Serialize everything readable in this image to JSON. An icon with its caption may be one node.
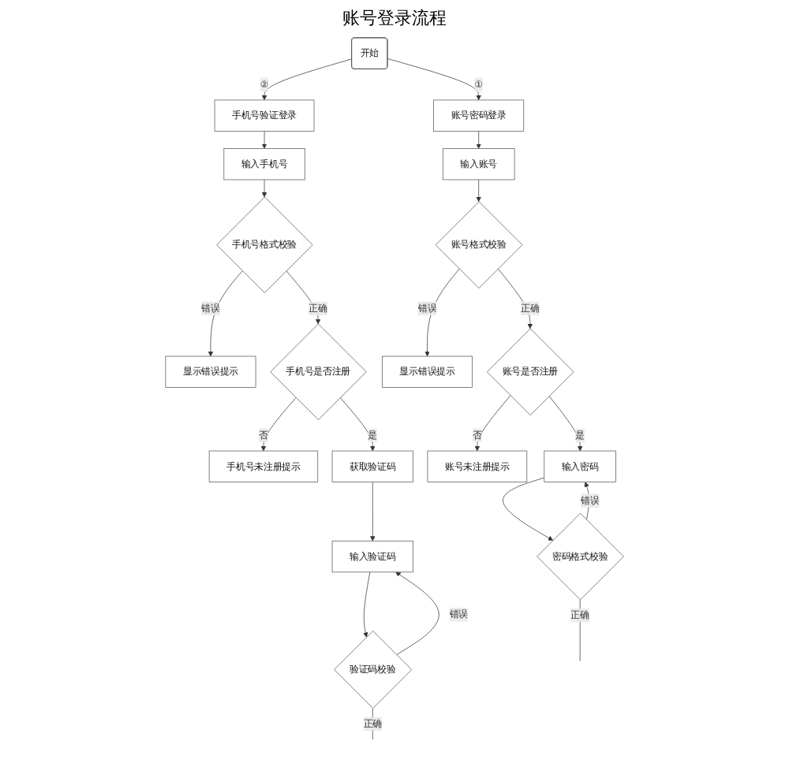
{
  "diagram": {
    "title": "账号登录流程",
    "nodes": [
      {
        "text": [
          "开始"
        ]
      },
      {
        "text": [
          "手机号验证登录"
        ]
      },
      {
        "text": [
          "账号密码登录"
        ]
      },
      {
        "text": [
          "输入手机号"
        ]
      },
      {
        "text": [
          "手机号格式校验"
        ]
      },
      {
        "text": [
          "显示错误提示"
        ]
      },
      {
        "text": [
          "手机号是否注册"
        ]
      },
      {
        "text": [
          "手机号未注册提示"
        ]
      },
      {
        "text": [
          "获取验证码"
        ]
      },
      {
        "text": [
          "输入验证码"
        ]
      },
      {
        "text": [
          "验证码校验"
        ]
      },
      {
        "text": [
          "输入账号"
        ]
      },
      {
        "text": [
          "账号格式校验"
        ]
      },
      {
        "text": [
          "显示错误提示"
        ]
      },
      {
        "text": [
          "账号是否注册"
        ]
      },
      {
        "text": [
          "账号未注册提示"
        ]
      },
      {
        "text": [
          "输入密码"
        ]
      },
      {
        "text": [
          "密码格式校验"
        ]
      }
    ],
    "edges": [
      {
        "from": 0,
        "to": 1,
        "label": "②",
        "arrow": "to"
      },
      {
        "from": 0,
        "to": 2,
        "label": "①",
        "arrow": "to"
      },
      {
        "from": 1,
        "to": 3,
        "arrow": "to"
      },
      {
        "from": 3,
        "to": 4,
        "arrow": "to"
      },
      {
        "from": 4,
        "to": 5,
        "label": "错误",
        "arrow": "to"
      },
      {
        "from": 4,
        "to": 6,
        "label": "正确",
        "arrow": "to"
      },
      {
        "from": 6,
        "to": 7,
        "label": "否",
        "arrow": "to"
      },
      {
        "from": 6,
        "to": 8,
        "label": "是",
        "arrow": "to"
      },
      {
        "from": 8,
        "to": 9,
        "arrow": "to"
      },
      {
        "from": 9,
        "to": 10,
        "arrow": "to"
      },
      {
        "from": 10,
        "to": 9,
        "label": "错误",
        "arrow": "to"
      },
      {
        "from": 10,
        "to": null,
        "label": "正确",
        "arrow": "none"
      },
      {
        "from": 2,
        "to": 11,
        "arrow": "to"
      },
      {
        "from": 11,
        "to": 12,
        "arrow": "to"
      },
      {
        "from": 12,
        "to": 13,
        "label": "错误",
        "arrow": "to"
      },
      {
        "from": 12,
        "to": 14,
        "label": "正确",
        "arrow": "to"
      },
      {
        "from": 14,
        "to": 15,
        "label": "否",
        "arrow": "to"
      },
      {
        "from": 14,
        "to": 16,
        "label": "是",
        "arrow": "to"
      },
      {
        "from": 16,
        "to": 17,
        "arrow": "to"
      },
      {
        "from": 17,
        "to": 16,
        "label": "错误",
        "arrow": "to"
      },
      {
        "from": 17,
        "to": null,
        "label": "正确",
        "arrow": "none"
      }
    ]
  }
}
